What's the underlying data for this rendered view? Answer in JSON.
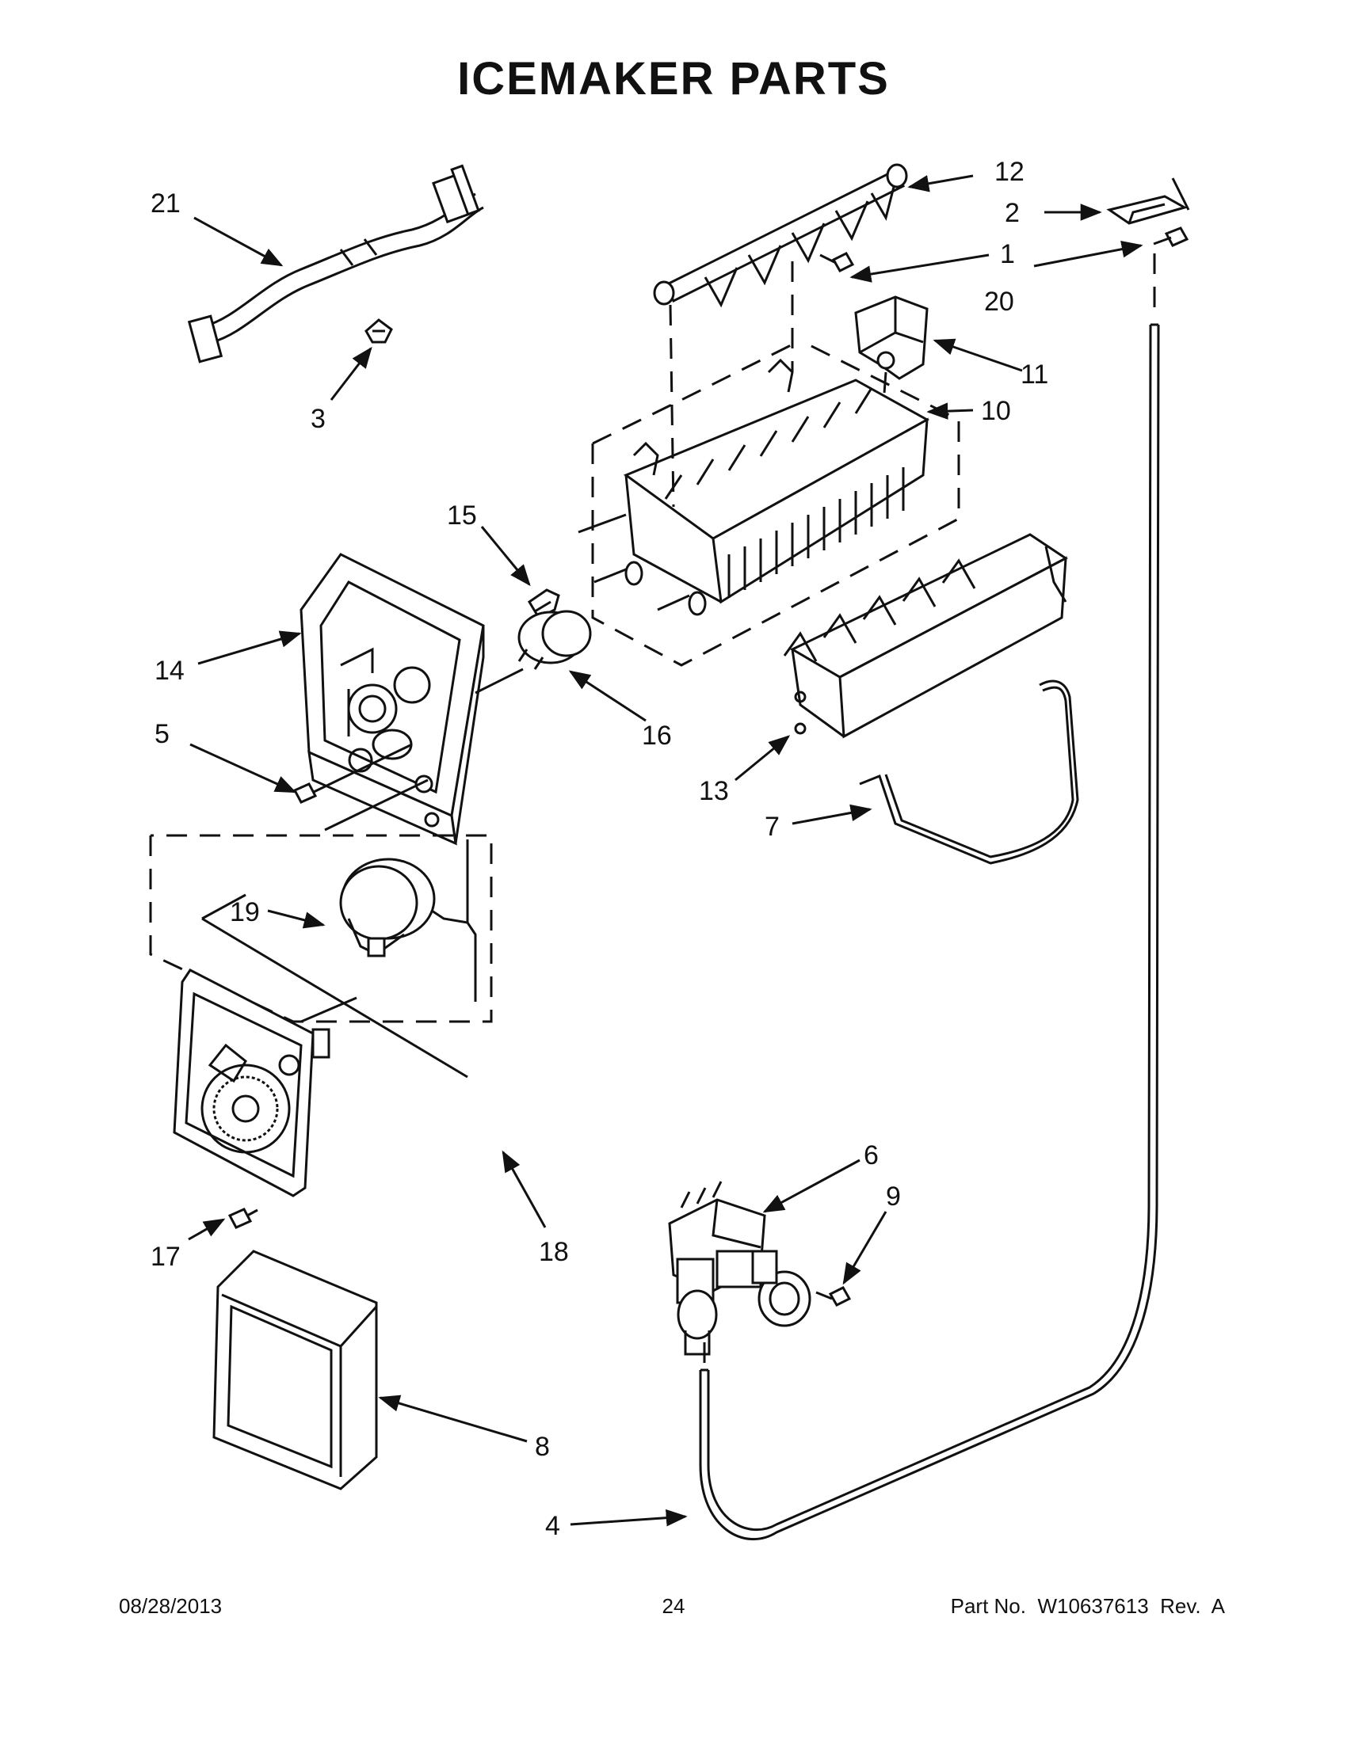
{
  "title": "ICEMAKER PARTS",
  "callouts": [
    {
      "id": "c1",
      "label": "1"
    },
    {
      "id": "c2",
      "label": "2"
    },
    {
      "id": "c3",
      "label": "3"
    },
    {
      "id": "c4",
      "label": "4"
    },
    {
      "id": "c5",
      "label": "5"
    },
    {
      "id": "c6",
      "label": "6"
    },
    {
      "id": "c7",
      "label": "7"
    },
    {
      "id": "c8",
      "label": "8"
    },
    {
      "id": "c9",
      "label": "9"
    },
    {
      "id": "c10",
      "label": "10"
    },
    {
      "id": "c11",
      "label": "11"
    },
    {
      "id": "c12",
      "label": "12"
    },
    {
      "id": "c13",
      "label": "13"
    },
    {
      "id": "c14",
      "label": "14"
    },
    {
      "id": "c15",
      "label": "15"
    },
    {
      "id": "c16",
      "label": "16"
    },
    {
      "id": "c17",
      "label": "17"
    },
    {
      "id": "c18",
      "label": "18"
    },
    {
      "id": "c19",
      "label": "19"
    },
    {
      "id": "c20",
      "label": "20"
    },
    {
      "id": "c21",
      "label": "21"
    }
  ],
  "footer": {
    "date": "08/28/2013",
    "page": "24",
    "part_number": "Part No.  W10637613  Rev.  A"
  }
}
